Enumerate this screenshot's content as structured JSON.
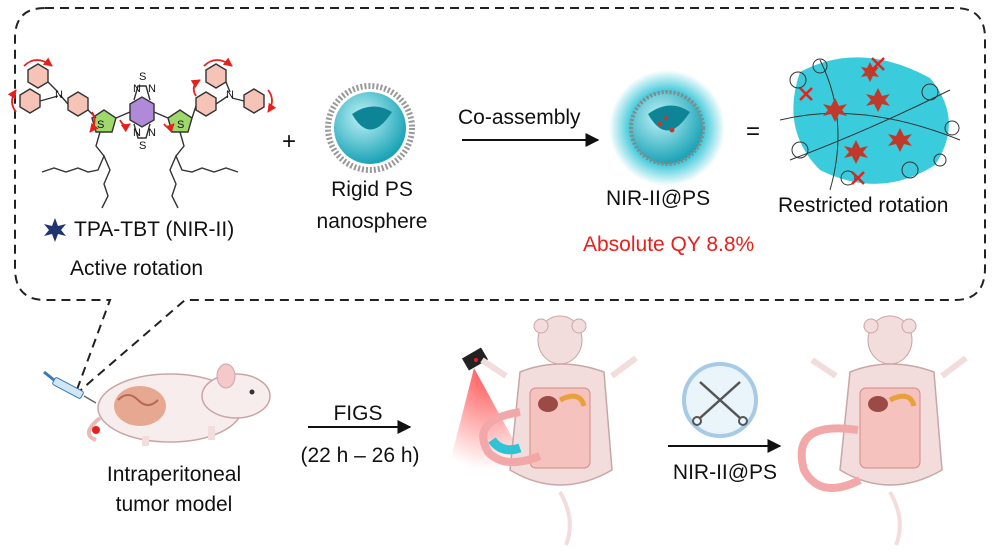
{
  "top_panel": {
    "molecule": {
      "name": "TPA-TBT (NIR-II)",
      "state": "Active rotation",
      "atom_labels": [
        "N",
        "S",
        "N",
        "S",
        "N",
        "N",
        "S",
        "N",
        "S",
        "N"
      ]
    },
    "plus_sign": "+",
    "nanosphere": {
      "label_line1": "Rigid PS",
      "label_line2": "nanosphere"
    },
    "process": {
      "label": "Co-assembly"
    },
    "product": {
      "name": "NIR-II@PS",
      "quantum_yield": "Absolute QY 8.8%"
    },
    "equals_sign": "=",
    "result": {
      "label": "Restricted rotation"
    }
  },
  "bottom_panel": {
    "model": {
      "label_line1": "Intraperitoneal",
      "label_line2": "tumor model"
    },
    "step1": {
      "label_line1": "FIGS",
      "label_line2": "(22 h – 26 h)"
    },
    "step2": {
      "label": "NIR-II@PS"
    }
  },
  "colors": {
    "highlight_red": "#e8201c",
    "nanosphere_cyan": "#2ec4d6",
    "molecule_star": "#1f3470",
    "mouse_skin": "#f3dcdc",
    "dashed_border": "#222222"
  }
}
